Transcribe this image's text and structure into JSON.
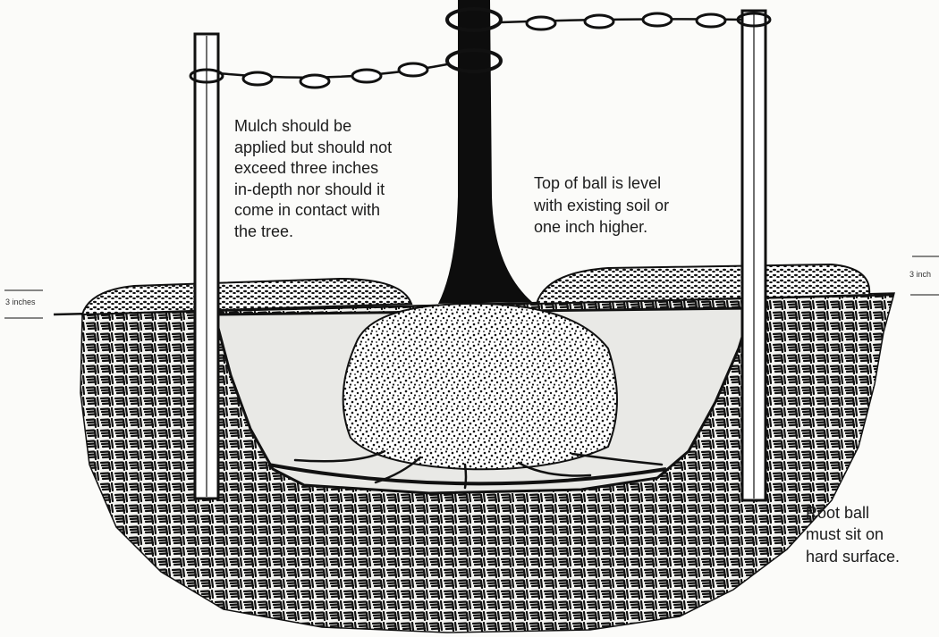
{
  "notes": {
    "mulch": [
      "Mulch should be",
      "applied but should not",
      "exceed three inches",
      "in-depth nor should it",
      "come in contact with",
      "the tree."
    ],
    "ball_level": [
      "Top of ball is level",
      "with existing soil or",
      "one inch higher."
    ],
    "root_ball": [
      "Root ball",
      "must sit on",
      "hard surface."
    ]
  },
  "dimensions": {
    "left": "3 inches",
    "right": "3 inch"
  },
  "colors": {
    "ink": "#111111",
    "paper": "#fbfbf9",
    "wash": "#e9e9e6"
  }
}
